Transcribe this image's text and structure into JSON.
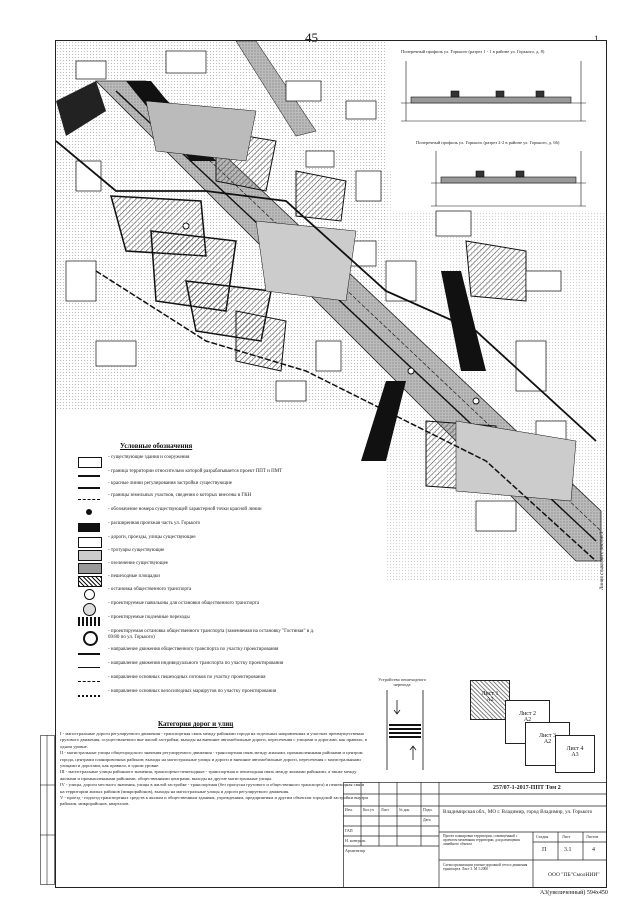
{
  "page_number": "45",
  "sheet_mark": "1",
  "cross_sections": [
    {
      "title": "Поперечный профиль ул. Горького (разрез 1 - 1 в районе ул. Горького, д. 8)"
    },
    {
      "title": "Поперечный профиль ул. Горького (разрез 2-2 в районе ул. Горького, д. 66)"
    }
  ],
  "legend": {
    "title": "Условные обозначения",
    "items": [
      {
        "text": "- существующие здания и сооружения",
        "symbol": "building"
      },
      {
        "text": "- граница территории относительно которой разрабатывается проект ППТ и ПМТ",
        "symbol": "boundary"
      },
      {
        "text": "- красные линии регулирования застройки существующие",
        "symbol": "redline"
      },
      {
        "text": "- границы земельных участков, сведения о которых внесены в ГКН",
        "symbol": "parcel"
      },
      {
        "text": "- обозначение номера существующей характерной точки красной линии",
        "symbol": "point"
      },
      {
        "text": "- расширенная проезжая часть ул. Горького",
        "symbol": "black"
      },
      {
        "text": "- дороги, проезды, улицы существующие",
        "symbol": "road"
      },
      {
        "text": "- тротуары существующие",
        "symbol": "dots"
      },
      {
        "text": "- озеленение существующее",
        "symbol": "green"
      },
      {
        "text": "- пешеходные площадки",
        "symbol": "cross"
      },
      {
        "text": "- остановка общественного транспорта",
        "symbol": "circle"
      },
      {
        "text": "- проектируемые павильоны для остановки общественного транспорта",
        "symbol": "pavilion"
      },
      {
        "text": "- проектируемые подземные переходы",
        "symbol": "zebra"
      },
      {
        "text": "- проектируемая остановка общественного транспорта (заменяемая на остановку \"Гостиная\" в д. 69/80 по ул. Горького)",
        "symbol": "circle2"
      },
      {
        "text": "- направление движения общественного транспорта по участку проектирования",
        "symbol": "arrow"
      },
      {
        "text": "- направление движения индивидуального транспорта по участку проектирования",
        "symbol": "arrow2"
      },
      {
        "text": "- направление основных пешеходных потоков по участку проектирования",
        "symbol": "dash"
      },
      {
        "text": "- направление основных велосипедных маршрутов по участку проектирования",
        "symbol": "dash2"
      }
    ]
  },
  "road_categories": {
    "title": "Категория дорог и улиц",
    "paragraphs": [
      "I - магистральные дороги регулируемого движения - транспортная связь между районами города на отдельных направлениях и участках преимущественно грузового движения, осуществляемого вне жилой застройки, выходы на внешние автомобильные дороги, пересечения с улицами и дорогами, как правило, в одном уровне.",
      "II - магистральные улицы общегородского значения регулируемого движения - транспортная связь между жилыми, промышленными районами и центром города, центрами планировочных районов; выходы на магистральные улицы и дороги и внешние автомобильные дороги, пересечения с магистральными улицами и дорогами, как правило, в одном уровне.",
      "III - магистральные улицы районного значения, транспортно-пешеходные - транспортная и пешеходная связь между жилыми районами, а также между жилыми и промышленными районами, общественными центрами, выходы на другие магистральные улицы.",
      "IV - улицы, дороги местного значения, улицы в жилой застройке - транспортная (без пропуска грузового и общественного транспорта) и пешеходная связи на территории жилых районов (микрорайонов), выходы на магистральные улицы и дороги регулируемого движения.",
      "V - проезд - подъезд транспортных средств к жилым и общественным зданиям, учреждениям, предприятиям и другим объектам городской застройки внутри районов, микрорайонов, кварталов."
    ]
  },
  "crosswalk_label": "Устройство пешеходного перехода",
  "sheets": [
    {
      "name": "Лист 1",
      "format": "А2"
    },
    {
      "name": "Лист 2",
      "format": "А2"
    },
    {
      "name": "Лист 3",
      "format": "А2"
    },
    {
      "name": "Лист 4",
      "format": "А3"
    }
  ],
  "side_note": "Линия стыковки с листом 3",
  "stamp": {
    "doc_code": "257/07-1-2017-ППТ Том 2",
    "location": "Владимирская обл., МО г. Владимир, город Владимир, ул. Горького",
    "project": "Проект планировки территории, совмещённый с проектом межевания территории, для размещения линейного объекта",
    "drawing": "Схема организации улично-дорожной сети и движения транспорта. Лист 3. М 1:2000",
    "stage_label": "Стадия",
    "sheet_label": "Лист",
    "sheets_label": "Листов",
    "stage": "П",
    "sheet": "3.1",
    "sheets_count": "4",
    "org": "ООО \"ПБ\"СмолНИИ\"",
    "roles": [
      "ГАП",
      "Н. контроль",
      "Архитектор"
    ],
    "cols": [
      "Изм.",
      "Кол.уч",
      "Лист",
      "№ док.",
      "Подп.",
      "Дата"
    ]
  },
  "format_label": "А3(увеличенный) 594х450"
}
